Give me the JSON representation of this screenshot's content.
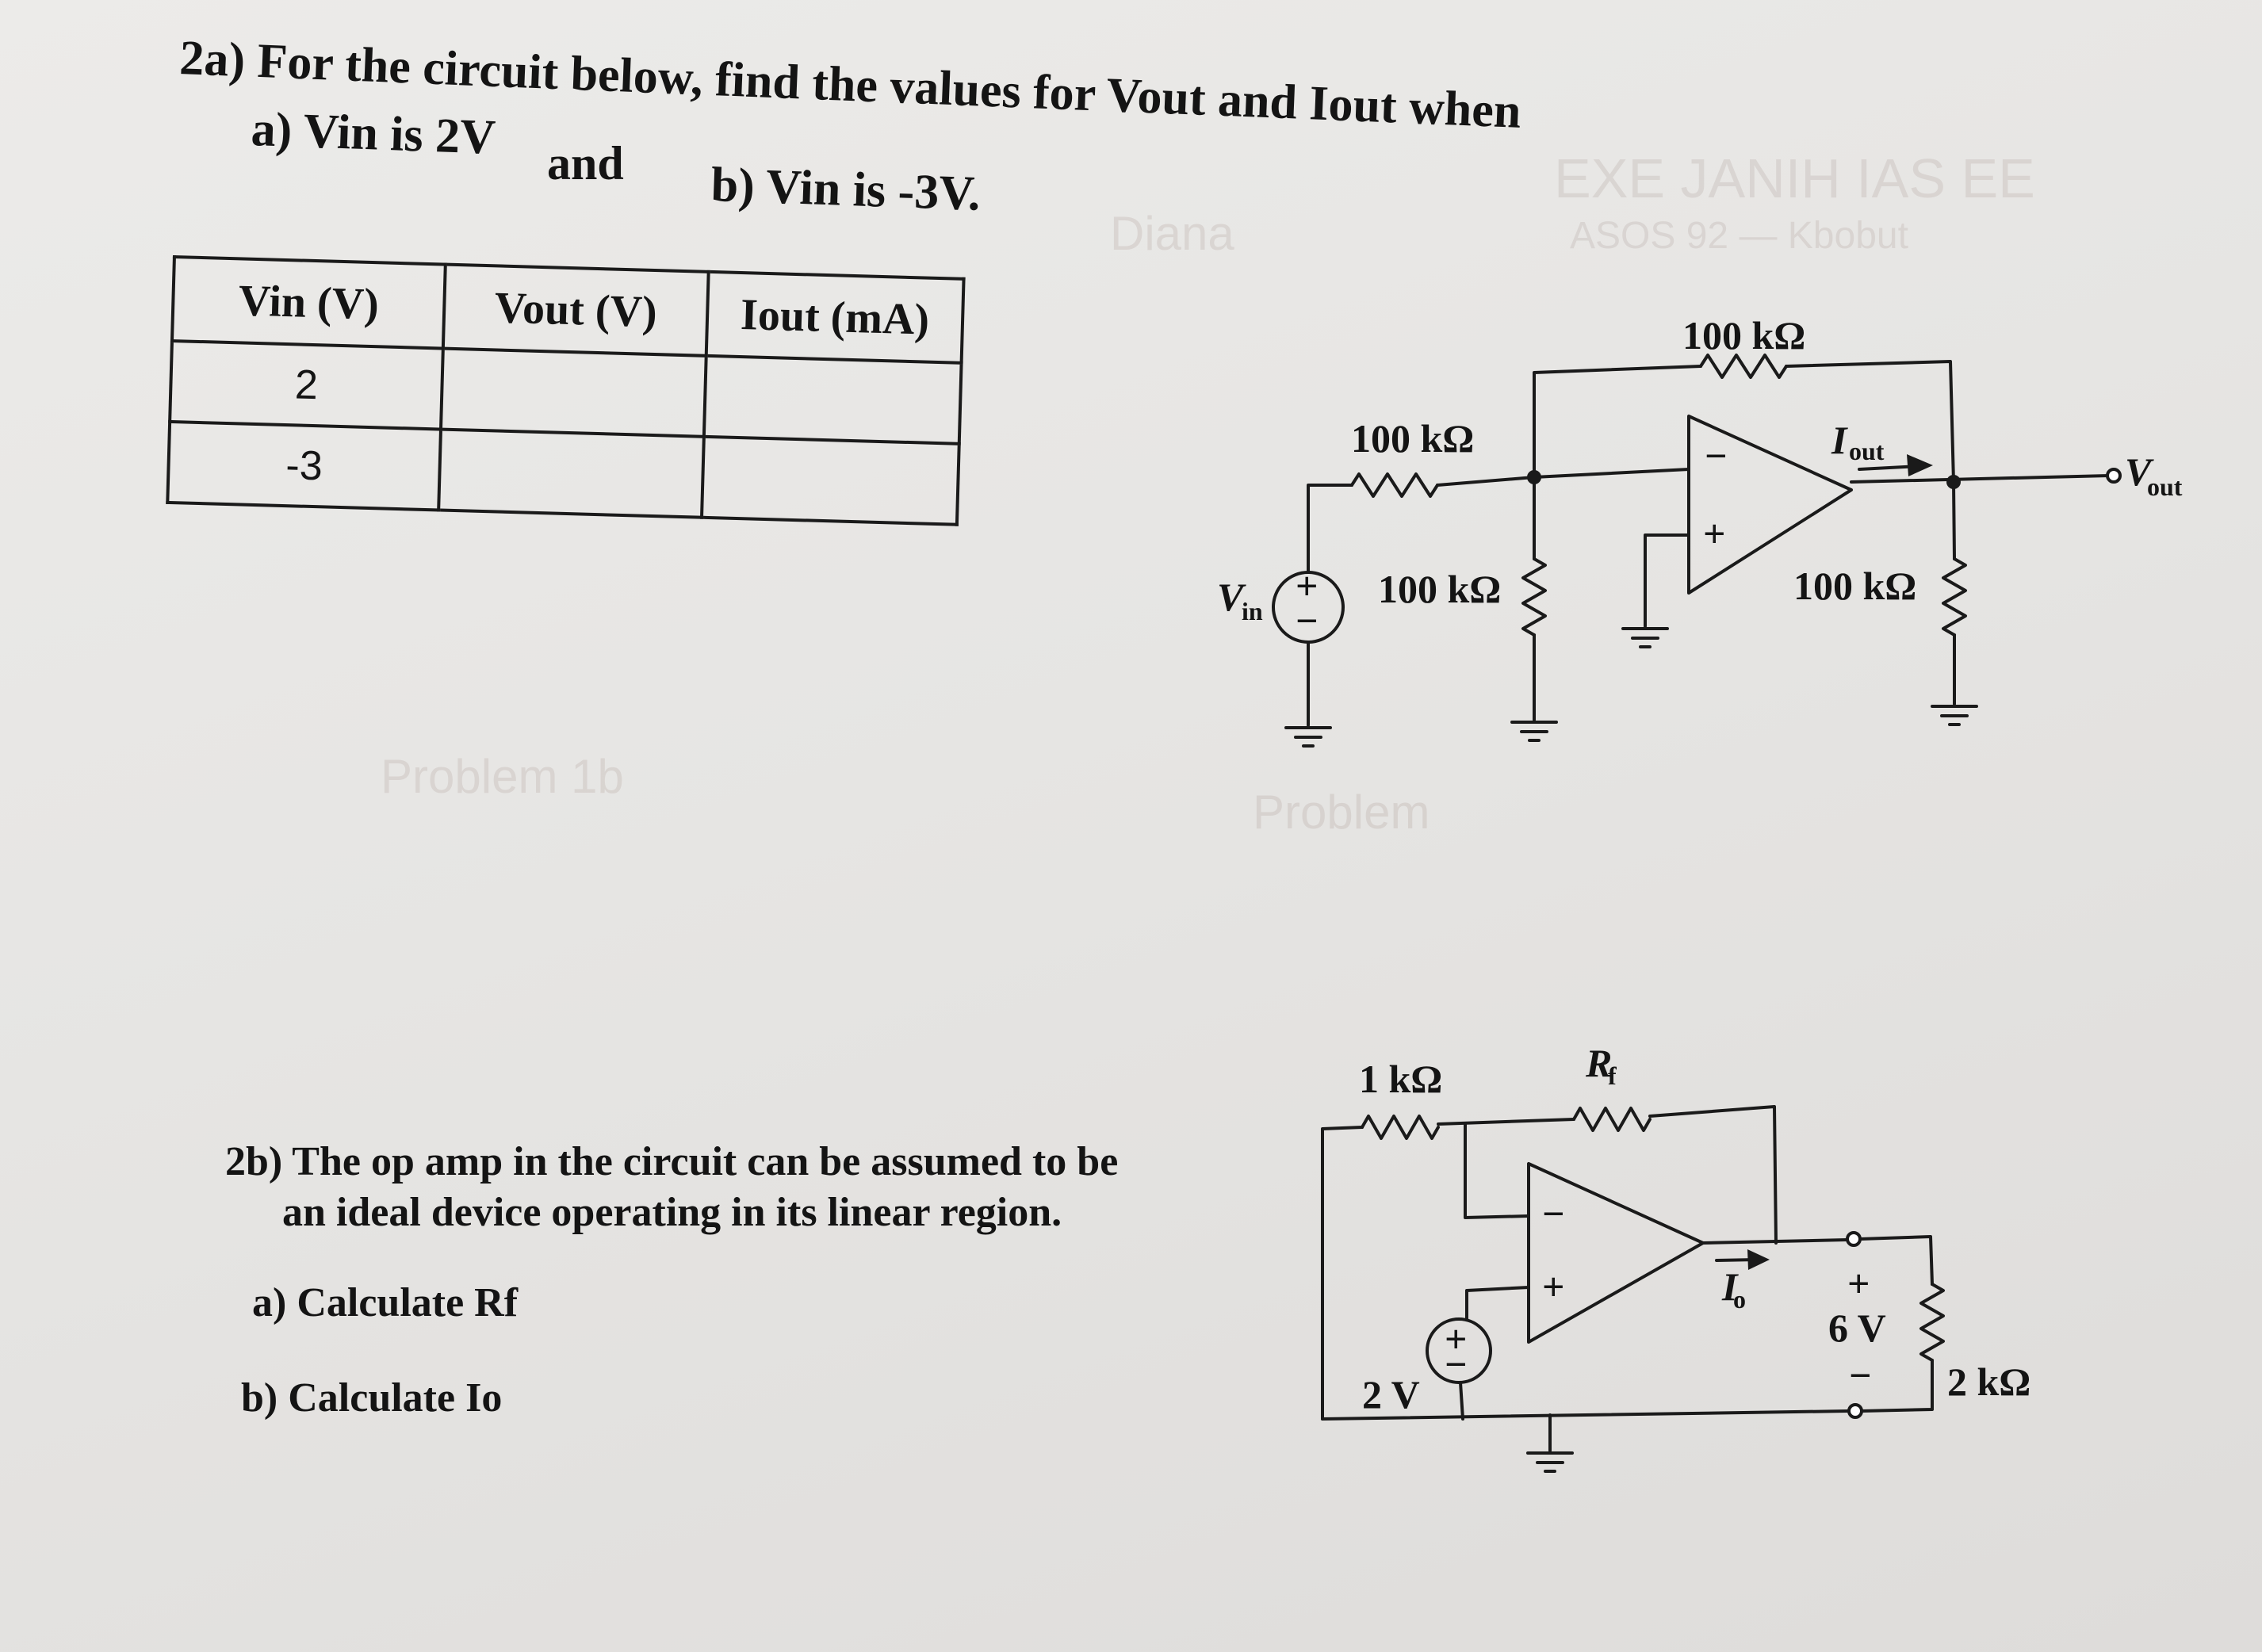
{
  "problem_2a": {
    "title": "2a) For the circuit below, find the values for Vout and Iout  when",
    "part_a": "a) Vin is 2V",
    "and_word": "and",
    "part_b": "b) Vin is -3V.",
    "table": {
      "headers": [
        "Vin (V)",
        "Vout (V)",
        "Iout (mA)"
      ],
      "rows": [
        [
          "2",
          "",
          ""
        ],
        [
          "-3",
          "",
          ""
        ]
      ]
    },
    "circuit": {
      "r_feedback": "100 kΩ",
      "r_input": "100 kΩ",
      "r_shunt": "100 kΩ",
      "r_load": "100 kΩ",
      "source_label": "V",
      "source_sub": "in",
      "iout_label": "I",
      "iout_sub": "out",
      "vout_label": "V",
      "vout_sub": "out",
      "plus_sign": "+",
      "minus_sign": "−"
    }
  },
  "problem_2b": {
    "line1": "2b) The op amp in the circuit can be assumed to be",
    "line2": "an ideal device operating in its linear region.",
    "part_a": "a)  Calculate Rf",
    "part_b": "b)  Calculate Io",
    "circuit": {
      "r_input": "1 kΩ",
      "r_feedback_main": "R",
      "r_feedback_sub": "f",
      "source_voltage": "2 V",
      "io_main": "I",
      "io_sub": "o",
      "output_voltage": "6 V",
      "load_resistance": "2 kΩ",
      "plus_sign": "+",
      "minus_sign": "−"
    }
  }
}
